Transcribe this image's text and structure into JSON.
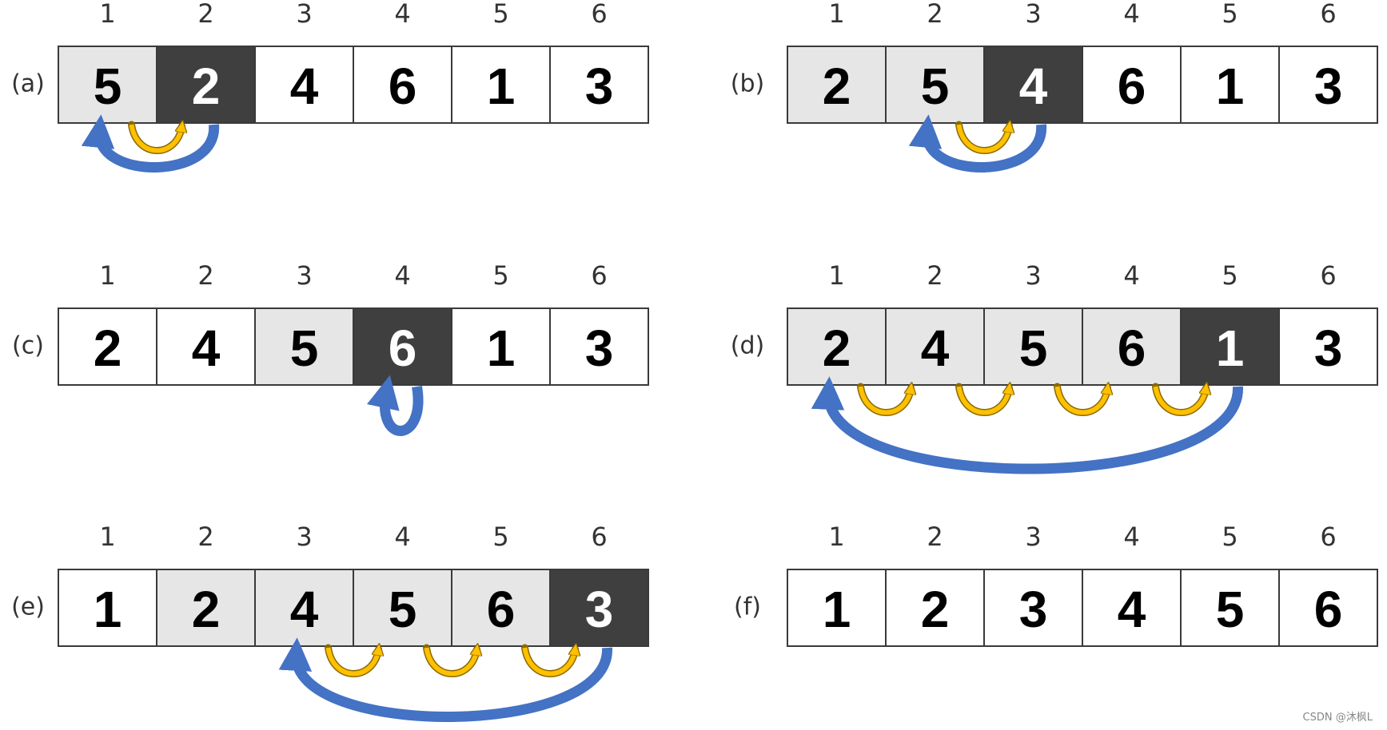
{
  "colors": {
    "inserted": "#e6e6e6",
    "current": "#3f3f3f",
    "plain": "#ffffff",
    "text_dark": "#000000",
    "text_light": "#ffffff",
    "blue_arrow": "#4472c4",
    "yellow_arrow": "#ffc000"
  },
  "indices": [
    "1",
    "2",
    "3",
    "4",
    "5",
    "6"
  ],
  "panels": [
    {
      "label": "(a)",
      "values": [
        "5",
        "2",
        "4",
        "6",
        "1",
        "3"
      ],
      "states": [
        "inserted",
        "current",
        "plain",
        "plain",
        "plain",
        "plain"
      ],
      "blue_arrow": {
        "from": 2,
        "to": 1
      },
      "yellow_arrows": [
        {
          "from": 1,
          "to": 2
        }
      ]
    },
    {
      "label": "(b)",
      "values": [
        "2",
        "5",
        "4",
        "6",
        "1",
        "3"
      ],
      "states": [
        "inserted",
        "inserted",
        "current",
        "plain",
        "plain",
        "plain"
      ],
      "blue_arrow": {
        "from": 3,
        "to": 2
      },
      "yellow_arrows": [
        {
          "from": 2,
          "to": 3
        }
      ]
    },
    {
      "label": "(c)",
      "values": [
        "2",
        "4",
        "5",
        "6",
        "1",
        "3"
      ],
      "states": [
        "plain",
        "plain",
        "inserted",
        "current",
        "plain",
        "plain"
      ],
      "blue_arrow": {
        "from": 4,
        "to": 4
      },
      "yellow_arrows": []
    },
    {
      "label": "(d)",
      "values": [
        "2",
        "4",
        "5",
        "6",
        "1",
        "3"
      ],
      "states": [
        "inserted",
        "inserted",
        "inserted",
        "inserted",
        "current",
        "plain"
      ],
      "blue_arrow": {
        "from": 5,
        "to": 1
      },
      "yellow_arrows": [
        {
          "from": 1,
          "to": 2
        },
        {
          "from": 2,
          "to": 3
        },
        {
          "from": 3,
          "to": 4
        },
        {
          "from": 4,
          "to": 5
        }
      ]
    },
    {
      "label": "(e)",
      "values": [
        "1",
        "2",
        "4",
        "5",
        "6",
        "3"
      ],
      "states": [
        "plain",
        "inserted",
        "inserted",
        "inserted",
        "inserted",
        "current"
      ],
      "blue_arrow": {
        "from": 6,
        "to": 3
      },
      "yellow_arrows": [
        {
          "from": 3,
          "to": 4
        },
        {
          "from": 4,
          "to": 5
        },
        {
          "from": 5,
          "to": 6
        }
      ]
    },
    {
      "label": "(f)",
      "values": [
        "1",
        "2",
        "3",
        "4",
        "5",
        "6"
      ],
      "states": [
        "plain",
        "plain",
        "plain",
        "plain",
        "plain",
        "plain"
      ],
      "blue_arrow": null,
      "yellow_arrows": []
    }
  ],
  "watermark": "CSDN @沐枫L"
}
